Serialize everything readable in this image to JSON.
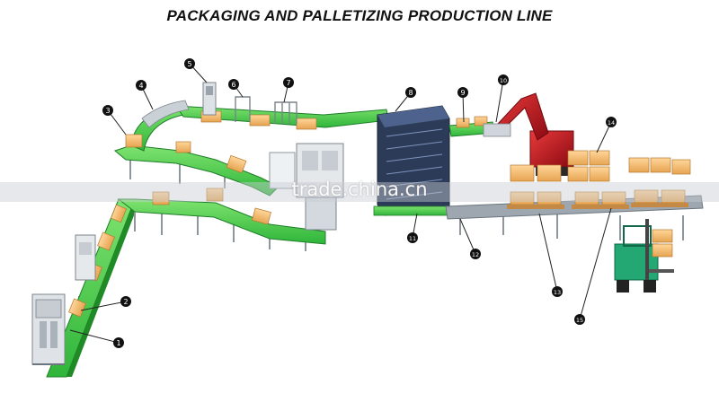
{
  "title": "PACKAGING AND PALLETIZING PRODUCTION  LINE",
  "watermark": "trade.china.cn",
  "callouts": [
    "1",
    "2",
    "3",
    "4",
    "5",
    "6",
    "7",
    "8",
    "9",
    "10",
    "11",
    "12",
    "13",
    "14",
    "15"
  ],
  "colors": {
    "conveyor": "#3cc43c",
    "conveyor_dark": "#1f8a26",
    "frame": "#9aa3ab",
    "box": "#f2b866",
    "box_dark": "#c98a3a",
    "robot": "#c0121c",
    "forklift": "#1ea070",
    "machine": "#3a4b6b",
    "callout": "#111111"
  }
}
